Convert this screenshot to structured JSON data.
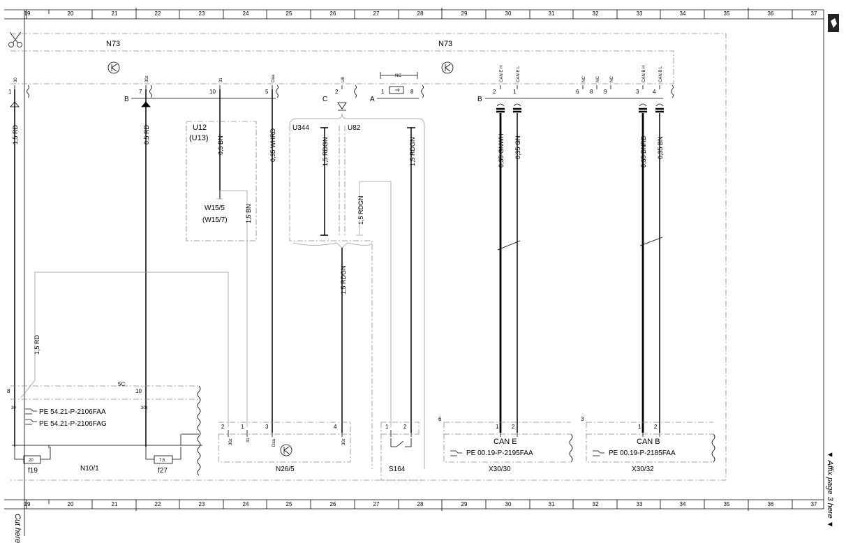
{
  "grid_numbers": [
    "19",
    "20",
    "21",
    "22",
    "23",
    "24",
    "25",
    "26",
    "27",
    "28",
    "29",
    "30",
    "31",
    "32",
    "33",
    "34",
    "35",
    "36",
    "37"
  ],
  "edge_labels": {
    "cut_here": "Cut here",
    "affix_page": "▼ Affix page 3 here ▼"
  },
  "components": {
    "n73_left": "N73",
    "n73_right": "N73",
    "u12": "U12",
    "u13": "(U13)",
    "w15_5": "W15/5",
    "w15_7": "(W15/7)",
    "u344": "U344",
    "u82": "U82",
    "n10_1": "N10/1",
    "f19": "f19",
    "f27": "f27",
    "n26_5": "N26/5",
    "s164": "S164",
    "x30_30": "X30/30",
    "x30_32": "X30/32",
    "can_e": "CAN E",
    "can_b": "CAN B",
    "fuse_f19_value": "20",
    "fuse_f27_value": "7,5",
    "n10_label_5c": "5C"
  },
  "connectors": {
    "conn_B_left": "B",
    "conn_C": "C",
    "conn_A": "A",
    "conn_B_right": "B"
  },
  "pin_labels_top": {
    "p30": "30",
    "p30z": "30z",
    "p31": "31",
    "pDaa": "Daa",
    "pU8": "U8",
    "pNC_mid": "NC",
    "pCANEH": "CAN E H",
    "pCANEL": "CAN E L",
    "pNC1": "NC",
    "pNC2": "NC",
    "pNC3": "NC",
    "pCANBH": "CAN B H",
    "pCANBL": "CAN B L"
  },
  "pin_numbers_top": {
    "n1": "1",
    "n7": "7",
    "n10": "10",
    "n5": "5",
    "n2": "2",
    "a1": "1",
    "a8": "8",
    "b2": "2",
    "b1": "1",
    "b6": "6",
    "b8": "8",
    "b9": "9",
    "b3": "3",
    "b4": "4"
  },
  "wires": {
    "w1": "1,5 RD",
    "w2": "0,5 RD",
    "w3": "0,5 BN",
    "w4": "0,35 WHRD",
    "w5": "1,5 RDGN",
    "w6": "1,5 RDGN",
    "w7": "0,35 GNWH",
    "w8": "0,35 GN",
    "w9": "0,35 BNRD",
    "w10": "0,35 BN",
    "w11": "1,5 BN",
    "w12": "1,5 RDGN",
    "w13": "1,5 RDGN",
    "w14": "1,5 RD"
  },
  "bottom_pins": {
    "n10_8": "8",
    "n10_30": "30",
    "n10_10": "10",
    "n10_30z": "30z",
    "n26_2": "2",
    "n26_1": "1",
    "n26_3": "3",
    "n26_4": "4",
    "n26_30z": "30z",
    "n26_31": "31",
    "n26_Daa": "Daa",
    "n26_30z_b": "30z",
    "s164_1": "1",
    "s164_2": "2",
    "x30_30_1": "1",
    "x30_30_2": "2",
    "x30_30_6": "6",
    "x30_32_1": "1",
    "x30_32_2": "2",
    "x30_32_3": "3"
  },
  "references": {
    "pe1": "PE 54.21-P-2106FAA",
    "pe2": "PE 54.21-P-2106FAG",
    "pe3": "PE 00.19-P-2195FAA",
    "pe4": "PE 00.19-P-2185FAA"
  }
}
